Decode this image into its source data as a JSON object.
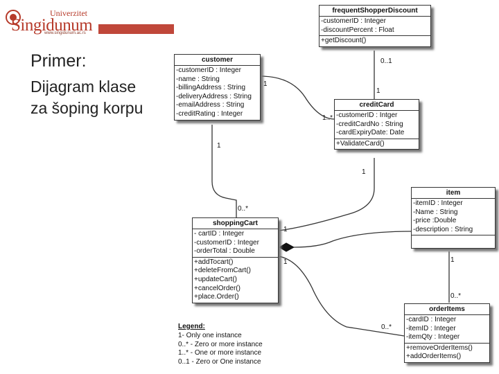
{
  "logo": {
    "top_text": "Univerzitet",
    "name": "Singidunum",
    "url": "www.singidunum.ac.rs"
  },
  "slide": {
    "title": "Primer:",
    "subtitle_lines": [
      "Dijagram klase",
      "za šoping korpu"
    ]
  },
  "classes": {
    "frequentShopperDiscount": {
      "name": "frequentShopperDiscount",
      "attributes": [
        "-customerID : Integer",
        "-discountPercent : Float"
      ],
      "methods": [
        "+getDiscount()"
      ]
    },
    "customer": {
      "name": "customer",
      "attributes": [
        "-customerID : Integer",
        "-name : String",
        "-billingAddress : String",
        "-deliveryAddress : String",
        "-emailAddress : String",
        "-creditRating : Integer"
      ]
    },
    "creditCard": {
      "name": "creditCard",
      "attributes": [
        "-customerID : Intger",
        "-creditCardNo : String",
        "-cardExpiryDate: Date"
      ],
      "methods": [
        "+ValidateCard()"
      ]
    },
    "item": {
      "name": "item",
      "attributes": [
        "-itemID : Integer",
        "-Name : String",
        "-price :Double",
        "-description : String"
      ]
    },
    "shoppingCart": {
      "name": "shoppingCart",
      "attributes": [
        "- cartID : Integer",
        "-customerID : Integer",
        "-orderTotal : Double"
      ],
      "methods": [
        "+addTocart()",
        "+deleteFromCart()",
        "+updateCart()",
        "+cancelOrder()",
        "+place.Order()"
      ]
    },
    "orderItems": {
      "name": "orderItems",
      "attributes": [
        "-cardID : Integer",
        "-itemID : Integer",
        "-itemQty : Integer"
      ],
      "methods": [
        "+removeOrderItems()",
        "+addOrderItems()"
      ]
    }
  },
  "multiplicities": {
    "fsd_cc_top": "0..1",
    "fsd_cc_bottom": "1",
    "cust_cc_left": "1",
    "cust_cc_right": "1..*",
    "cust_cart_top": "1",
    "cust_cart_bottom": "0..*",
    "cc_cart": "1",
    "cart_item": "1",
    "cart_oi_cart": "1",
    "cart_oi_oi": "0..*",
    "item_oi_top": "1",
    "item_oi_bottom": "0..*"
  },
  "legend": {
    "title": "Legend:",
    "lines": [
      "1-  Only one instance",
      "0..* - Zero or more instance",
      "1..* - One or more instance",
      "0..1 - Zero or One instance"
    ]
  }
}
